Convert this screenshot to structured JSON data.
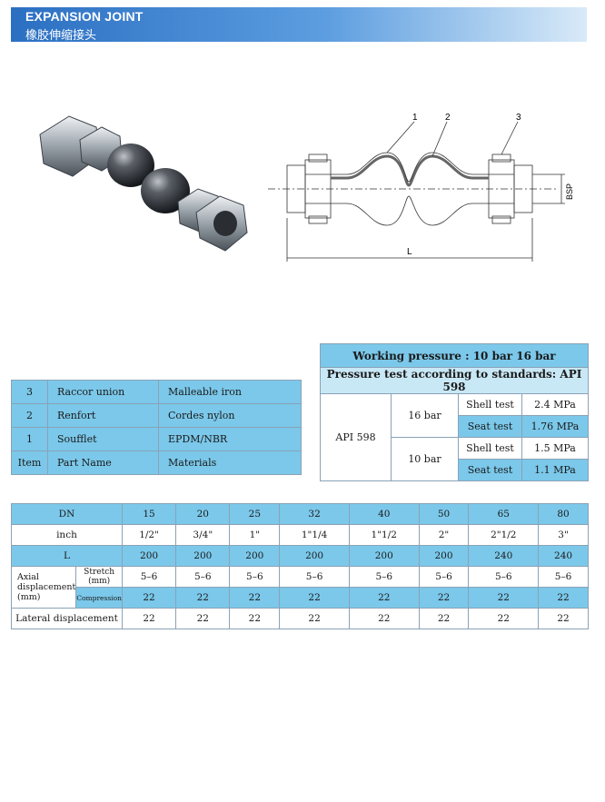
{
  "header": {
    "title_en": "EXPANSION JOINT",
    "title_cn": "橡胶伸缩接头"
  },
  "drawing": {
    "callouts": [
      "1",
      "2",
      "3"
    ],
    "dimension_length": "L",
    "dimension_bsp": "BSP"
  },
  "bom": {
    "rows": [
      {
        "no": "3",
        "part": "Raccor union",
        "material": "Malleable iron"
      },
      {
        "no": "2",
        "part": "Renfort",
        "material": "Cordes nylon"
      },
      {
        "no": "1",
        "part": "Soufflet",
        "material": "EPDM/NBR"
      }
    ],
    "header": {
      "no": "Item",
      "part": "Part Name",
      "material": "Materials"
    }
  },
  "pressure": {
    "working": "Working pressure :   10 bar   16 bar",
    "standard": "Pressure test according to standards: API 598",
    "api": "API 598",
    "groups": [
      {
        "bar": "16 bar",
        "rows": [
          {
            "test": "Shell test",
            "value": "2.4 MPa"
          },
          {
            "test": "Seat test",
            "value": "1.76 MPa"
          }
        ]
      },
      {
        "bar": "10 bar",
        "rows": [
          {
            "test": "Shell test",
            "value": "1.5 MPa"
          },
          {
            "test": "Seat test",
            "value": "1.1 MPa"
          }
        ]
      }
    ]
  },
  "dims": {
    "labels": {
      "dn": "DN",
      "inch": "inch",
      "l": "L",
      "axial": "Axial displacement (mm)",
      "stretch": "Stretch (mm)",
      "compression": "Compression",
      "lateral": "Lateral displacement"
    },
    "dn": [
      "15",
      "20",
      "25",
      "32",
      "40",
      "50",
      "65",
      "80"
    ],
    "inch": [
      "1/2\"",
      "3/4\"",
      "1\"",
      "1\"1/4",
      "1\"1/2",
      "2\"",
      "2\"1/2",
      "3\""
    ],
    "l": [
      "200",
      "200",
      "200",
      "200",
      "200",
      "200",
      "240",
      "240"
    ],
    "stretch": [
      "5–6",
      "5–6",
      "5–6",
      "5–6",
      "5–6",
      "5–6",
      "5–6",
      "5–6"
    ],
    "compression": [
      "22",
      "22",
      "22",
      "22",
      "22",
      "22",
      "22",
      "22"
    ],
    "lateral": [
      "22",
      "22",
      "22",
      "22",
      "22",
      "22",
      "22",
      "22"
    ]
  }
}
